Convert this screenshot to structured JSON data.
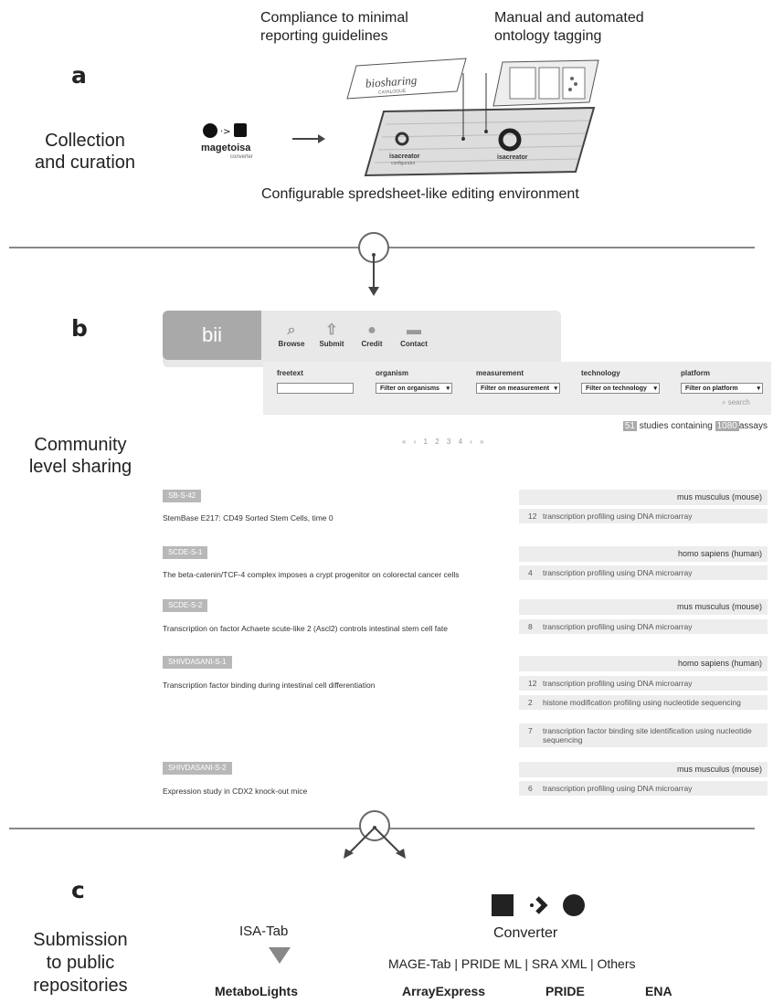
{
  "panel_a": {
    "letter": "a",
    "side_label": [
      "Collection",
      "and curation"
    ],
    "caption_compliance": [
      "Compliance to minimal",
      "reporting guidelines"
    ],
    "caption_ontology": [
      "Manual and automated",
      "ontology tagging"
    ],
    "caption_bottom": "Configurable spredsheet-like editing environment",
    "biosharing_logo": "biosharing",
    "biosharing_sub": "CATALOGUE",
    "magetoisa_logo": "magetoisa",
    "magetoisa_sub": "converter",
    "isacreator_config": "isacreator",
    "isacreator_config_sub": "configurator",
    "isacreator": "isacreator"
  },
  "panel_b": {
    "letter": "b",
    "side_label": [
      "Community",
      "level sharing"
    ],
    "logo": "bii",
    "nav": [
      {
        "label": "Browse",
        "icon": "search-icon"
      },
      {
        "label": "Submit",
        "icon": "upload-icon"
      },
      {
        "label": "Credit",
        "icon": "user-icon"
      },
      {
        "label": "Contact",
        "icon": "mail-icon"
      }
    ],
    "filters": {
      "freetext": "freetext",
      "organism": "organism",
      "organism_select": "Filter on organisms",
      "measurement": "measurement",
      "measurement_select": "Filter on measurement",
      "technology": "technology",
      "technology_select": "Filter on technology",
      "platform": "platform",
      "platform_select": "Filter on platform",
      "search": "search"
    },
    "count": {
      "studies": "51",
      "studies_text": "studies containing",
      "assays": "1080",
      "assays_text": "assays"
    },
    "pager": "« ‹ 1 2 3 4 › »",
    "studies": [
      {
        "id": "SB-S-42",
        "organism": "mus musculus (mouse)",
        "title": "StemBase E217: CD49 Sorted Stem Cells, time 0",
        "assays": [
          {
            "n": "12",
            "text": "transcription profiling using DNA microarray"
          }
        ]
      },
      {
        "id": "SCDE-S-1",
        "organism": "homo sapiens (human)",
        "title": "The beta-catenin/TCF-4 complex imposes a crypt progenitor on colorectal cancer cells",
        "assays": [
          {
            "n": "4",
            "text": "transcription profiling using DNA microarray"
          }
        ]
      },
      {
        "id": "SCDE-S-2",
        "organism": "mus musculus (mouse)",
        "title": "Transcription on factor Achaete scute-like 2 (Ascl2) controls intestinal stem cell fate",
        "assays": [
          {
            "n": "8",
            "text": "transcription profiling using DNA microarray"
          }
        ]
      },
      {
        "id": "SHIVDASANI-S-1",
        "organism": "homo sapiens (human)",
        "title": "Transcription factor binding during intestinal cell differentiation",
        "assays": [
          {
            "n": "12",
            "text": "transcription profiling using DNA microarray"
          },
          {
            "n": "2",
            "text": "histone modification profiling using nucleotide sequencing"
          },
          {
            "n": "7",
            "text": "transcription factor binding site identification using nucleotide sequencing"
          }
        ]
      },
      {
        "id": "SHIVDASANI-S-2",
        "organism": "mus musculus (mouse)",
        "title": "Expression study in CDX2 knock-out mice",
        "assays": [
          {
            "n": "6",
            "text": "transcription profiling using DNA microarray"
          }
        ]
      }
    ]
  },
  "panel_c": {
    "letter": "c",
    "side_label": [
      "Submission",
      "to public",
      "repositories"
    ],
    "isatab": "ISA-Tab",
    "converter": "Converter",
    "formats": "MAGE-Tab | PRIDE ML | SRA XML | Others",
    "repos": [
      "MetaboLights",
      "ArrayExpress",
      "PRIDE",
      "ENA"
    ]
  }
}
